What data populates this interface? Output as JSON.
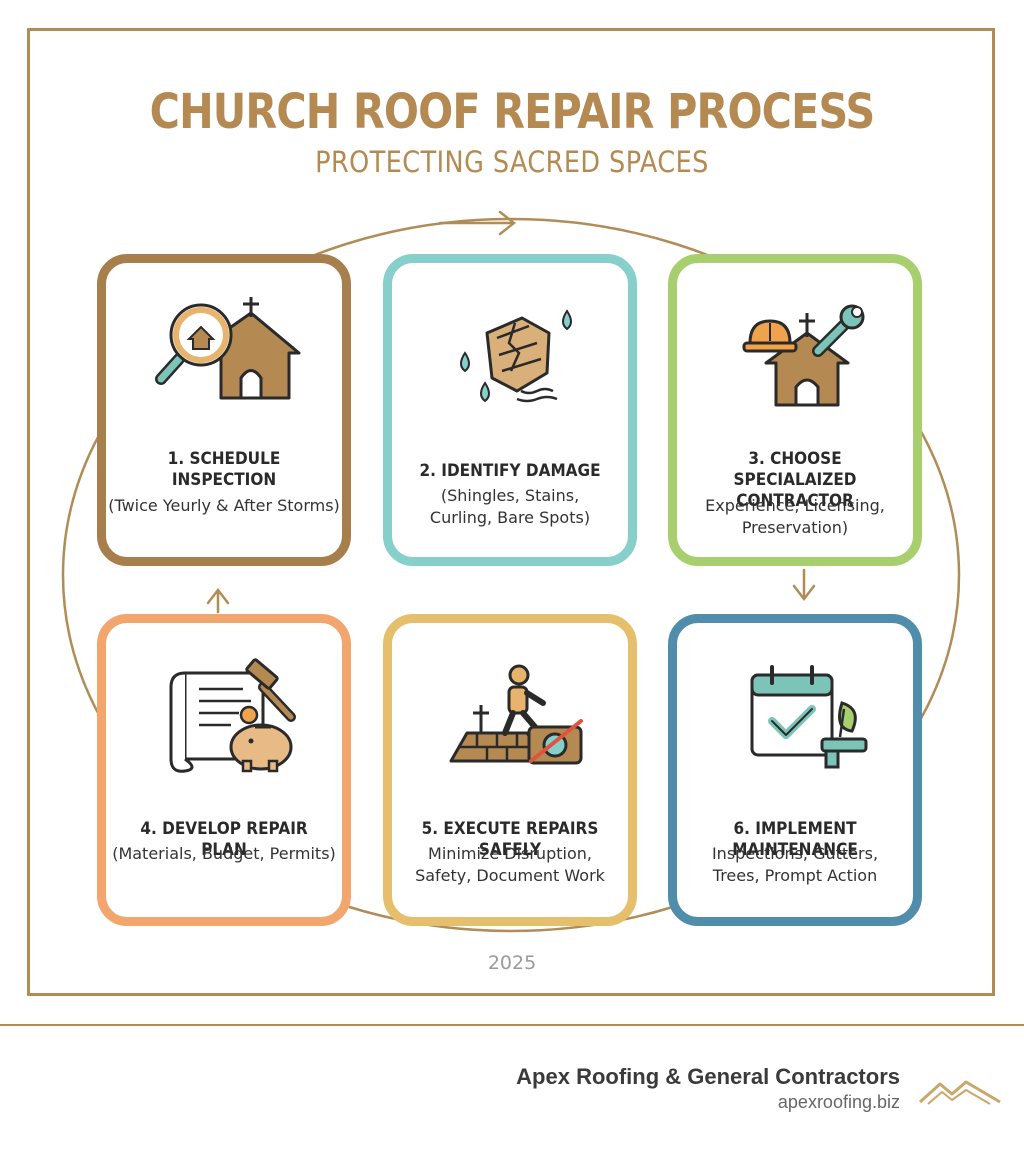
{
  "header": {
    "title": "CHURCH ROOF REPAIR PROCESS",
    "subtitle": "PROTECTING SACRED SPACES"
  },
  "steps": [
    {
      "title_line1": "1. SCHEDULE",
      "title_line2": "INSPECTION",
      "desc_line1": "(Twice Yeurly & After Storms)",
      "desc_line2": "",
      "color": "#a67f4c",
      "icon": "magnifier-church-icon"
    },
    {
      "title_line1": "2. IDENTIFY DAMAGE",
      "title_line2": "",
      "desc_line1": "(Shingles, Stains,",
      "desc_line2": "Curling, Bare Spots)",
      "color": "#86cfcb",
      "icon": "damaged-shingles-icon"
    },
    {
      "title_line1": "3. CHOOSE SPECIALAIZED",
      "title_line2": "CONTRACTOR",
      "desc_line1": "Experience, Licensing,",
      "desc_line2": "Preservation)",
      "color": "#a7cf6e",
      "icon": "contractor-church-icon"
    },
    {
      "title_line1": "4. DEVELOP REPAIR PLAN",
      "title_line2": "",
      "desc_line1": "(Materials, Budget, Permits)",
      "desc_line2": "",
      "color": "#f2a56c",
      "icon": "plan-budget-icon"
    },
    {
      "title_line1": "5. EXECUTE REPAIRS SAFELY",
      "title_line2": "",
      "desc_line1": "Minimize Disruption,",
      "desc_line2": "Safety, Document Work",
      "color": "#e6bf6c",
      "icon": "worker-roof-icon"
    },
    {
      "title_line1": "6. IMPLEMENT MAINTENANCE",
      "title_line2": "",
      "desc_line1": "Inspections, Gutters,",
      "desc_line2": "Trees, Prompt Action",
      "color": "#4f8dab",
      "icon": "calendar-maintenance-icon"
    }
  ],
  "footer": {
    "year": "2025",
    "company": "Apex Roofing & General Contractors",
    "website": "apexroofing.biz"
  },
  "colors": {
    "accent": "#b08d57",
    "title": "#b48a52"
  }
}
